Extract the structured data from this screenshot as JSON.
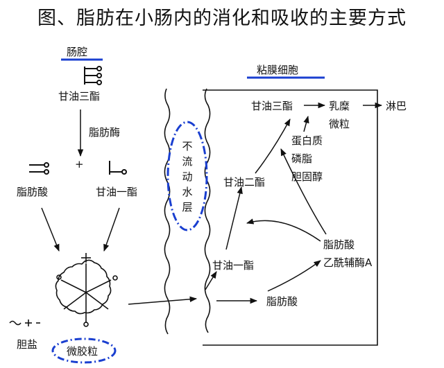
{
  "title": "图、脂肪在小肠内的消化和吸收的主要方式",
  "labels": {
    "lumen": "肠腔",
    "cell": "粘膜细胞",
    "triglyceride_lumen": "甘油三酯",
    "lipase": "脂肪酶",
    "plus": "+",
    "fatty_acid_lumen": "脂肪酸",
    "monoglyceride_lumen": "甘油一酯",
    "bile_salt": "胆盐",
    "micelle": "微胶粒",
    "unstirred_water_layer": "不流动水层",
    "monoglyceride_cell": "甘油一酯",
    "diglyceride": "甘油二酯",
    "triglyceride_cell": "甘油三酯",
    "chylomicron_1": "乳糜",
    "chylomicron_2": "微粒",
    "lymph": "淋巴",
    "protein": "蛋白质",
    "phospholipid": "磷脂",
    "cholesterol": "胆固醇",
    "fatty_acid_cell": "脂肪酸",
    "fatty_acid_cell_2": "脂肪酸",
    "acetyl_coa": "乙酰辅酶A"
  },
  "colors": {
    "highlight": "#1a3fd0",
    "ink": "#111111"
  }
}
